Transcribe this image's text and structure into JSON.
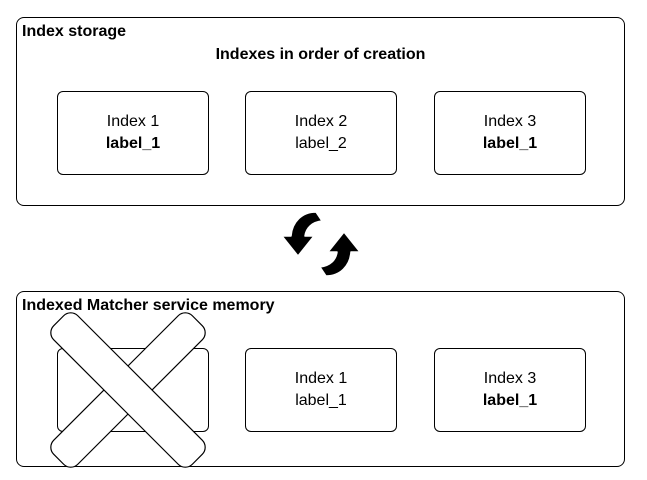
{
  "storage": {
    "title": "Index storage",
    "subtitle": "Indexes in order of creation",
    "indexes": [
      {
        "name": "Index 1",
        "label": "label_1"
      },
      {
        "name": "Index 2",
        "label": "label_2"
      },
      {
        "name": "Index 3",
        "label": "label_1"
      }
    ]
  },
  "memory": {
    "title": "Indexed Matcher service memory",
    "indexes": [
      {
        "name": "Index 1",
        "label": "label_1"
      },
      {
        "name": "Index 3",
        "label": "label_1"
      }
    ]
  },
  "icons": {
    "sync": "sync-arrows-icon",
    "removed": "cross-icon"
  }
}
